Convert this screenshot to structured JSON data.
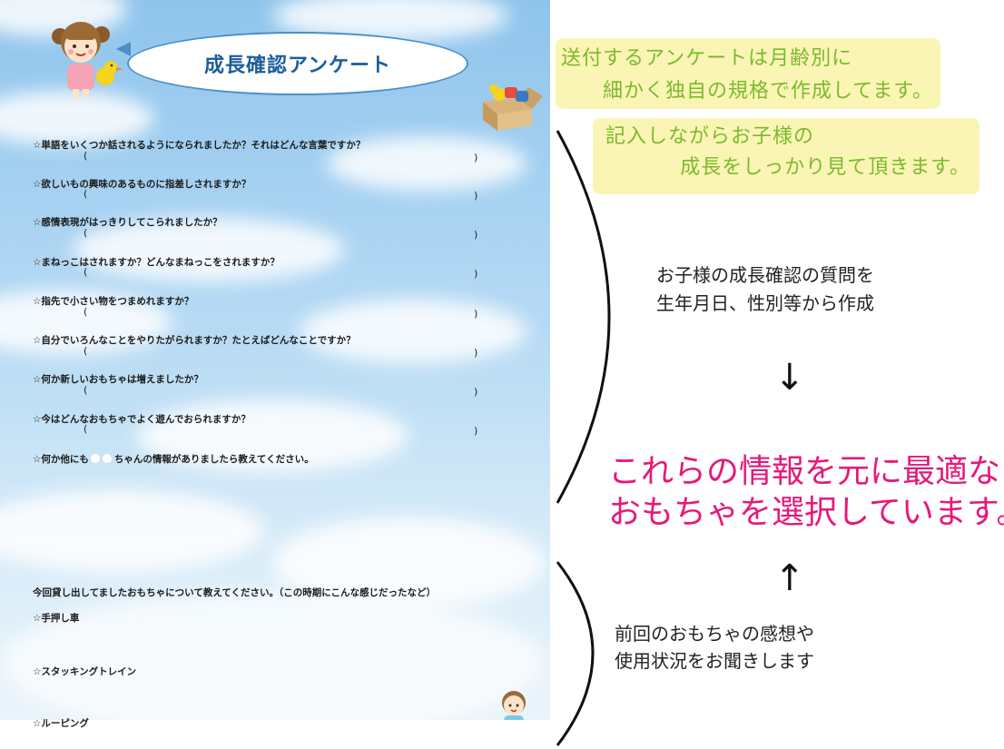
{
  "survey": {
    "title": "成長確認アンケート",
    "questions": [
      "☆単語をいくつか話されるようになられましたか？それはどんな言葉ですか？",
      "☆欲しいもの興味のあるものに指差しされますか？",
      "☆感情表現がはっきりしてこられましたか？",
      "☆まねっこはされますか？どんなまねっこをされますか？",
      "☆指先で小さい物をつまめれますか？",
      "☆自分でいろんなことをやりたがられますか？たとえばどんなことですか？",
      "☆何か新しいおもちゃは増えましたか？",
      "☆今はどんなおもちゃでよく遊んでおられますか？"
    ],
    "paren_open": "(",
    "paren_close": ")",
    "info_question_before": "☆何か他にも",
    "info_question_after": "ちゃんの情報がありましたら教えてください。",
    "toys_prompt": "今回貸し出してましたおもちゃについて教えてください。（この時期にこんな感じだったなど）",
    "toys": [
      "☆手押し車",
      "☆スタッキングトレイン",
      "☆ルーピング"
    ]
  },
  "notes": {
    "note1": {
      "line1": "送付するアンケートは月齢別に",
      "line2": "細かく独自の規格で作成してます。"
    },
    "note2": {
      "line1": "記入しながらお子様の",
      "line2": "成長をしっかり見て頂きます。"
    }
  },
  "explanation": {
    "growth_line1": "お子様の成長確認の質問を",
    "growth_line2": "生年月日、性別等から作成",
    "down_arrow": "↓",
    "highlight_line1": "これらの情報を元に最適な",
    "highlight_line2": "おもちゃを選択しています。",
    "up_arrow": "↑",
    "feedback_line1": "前回のおもちゃの感想や",
    "feedback_line2": "使用状況をお聞きします"
  },
  "colors": {
    "note_bg": "#faf5b4",
    "note_text": "#7cb92f",
    "highlight": "#e5197a",
    "title": "#1c5d9a"
  },
  "icons": [
    "girl-with-duck-illustration",
    "toy-box-illustration",
    "boy-with-toy-illustration"
  ]
}
